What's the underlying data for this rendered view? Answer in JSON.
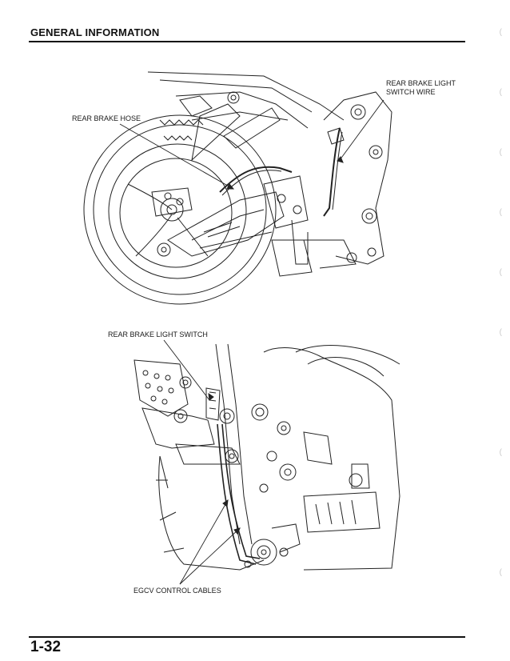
{
  "header": {
    "title": "GENERAL INFORMATION"
  },
  "footer": {
    "page_number": "1-32"
  },
  "figure_top": {
    "callouts": {
      "rear_brake_hose": "REAR BRAKE HOSE",
      "switch_wire_line1": "REAR BRAKE LIGHT",
      "switch_wire_line2": "SWITCH WIRE"
    }
  },
  "figure_bottom": {
    "callouts": {
      "rear_brake_light_switch": "REAR BRAKE LIGHT SWITCH",
      "egcv_control_cables": "EGCV CONTROL CABLES"
    }
  },
  "margin_marks": [
    "(",
    "(",
    "(",
    "(",
    "(",
    "(",
    "(",
    "("
  ]
}
